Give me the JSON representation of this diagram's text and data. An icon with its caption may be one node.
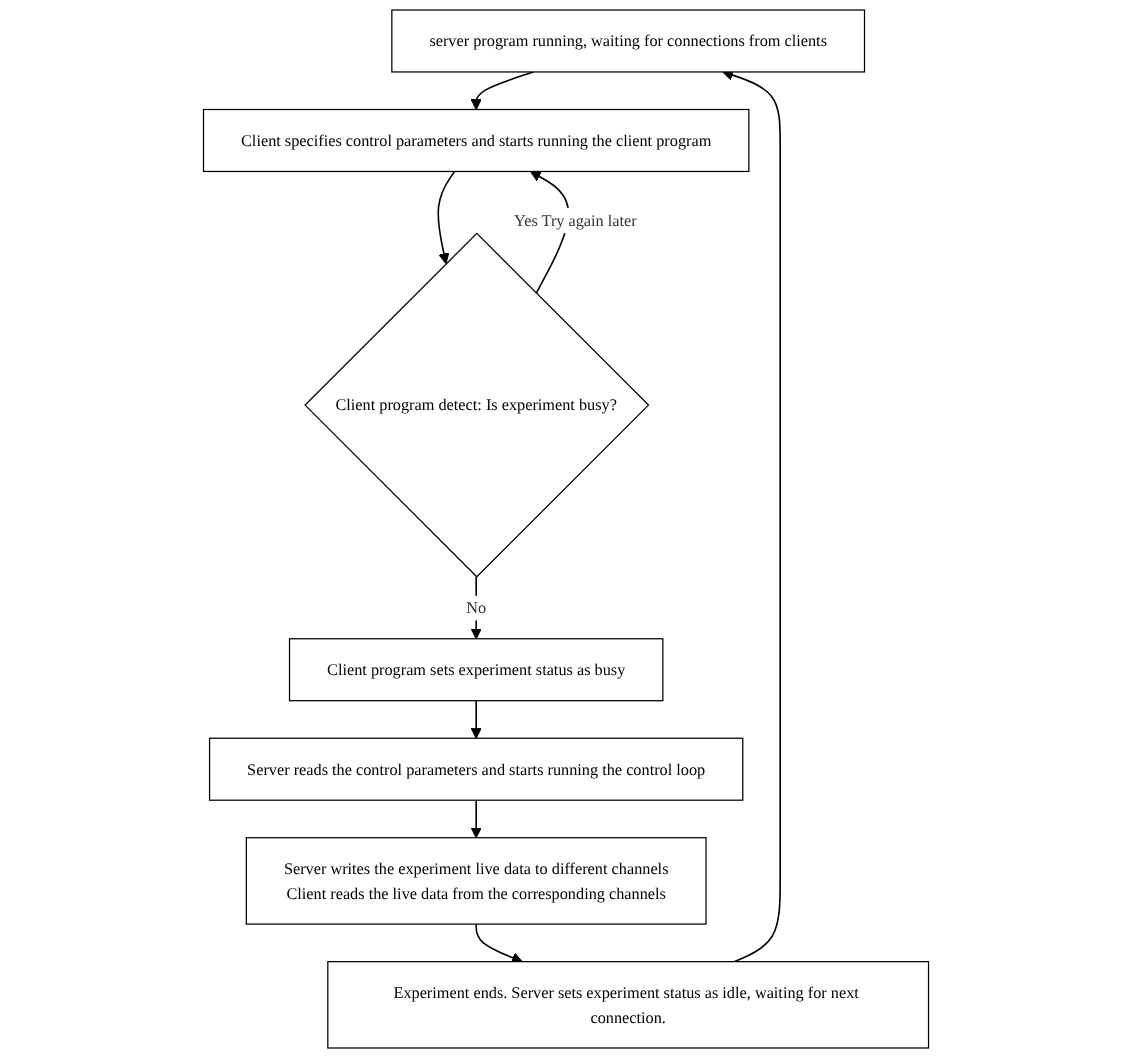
{
  "diagram": {
    "nodes": [
      {
        "text": [
          "server program running, waiting for connections from clients"
        ]
      },
      {
        "text": [
          "Client specifies control parameters and starts running the client program"
        ]
      },
      {
        "text": [
          "Client program detect: Is experiment busy?"
        ]
      },
      {
        "text": [
          "Client program sets experiment status as busy"
        ]
      },
      {
        "text": [
          "Server reads the control parameters and starts running the control loop"
        ]
      },
      {
        "text": [
          "Server writes the experiment live data to different channels",
          "Client reads the live data from the corresponding channels"
        ]
      },
      {
        "text": [
          "Experiment ends. Server sets experiment status as idle, waiting for next connection."
        ]
      }
    ],
    "edges": [
      {
        "from": 0,
        "to": 1,
        "arrow": "to"
      },
      {
        "from": 1,
        "to": 2,
        "arrow": "to"
      },
      {
        "from": 2,
        "to": 1,
        "arrow": "to",
        "label": "Yes Try again later"
      },
      {
        "from": 2,
        "to": 3,
        "arrow": "to",
        "label": "No"
      },
      {
        "from": 3,
        "to": 4,
        "arrow": "to"
      },
      {
        "from": 4,
        "to": 5,
        "arrow": "to"
      },
      {
        "from": 5,
        "to": 6,
        "arrow": "to"
      },
      {
        "from": 6,
        "to": 0,
        "arrow": "to"
      }
    ]
  }
}
